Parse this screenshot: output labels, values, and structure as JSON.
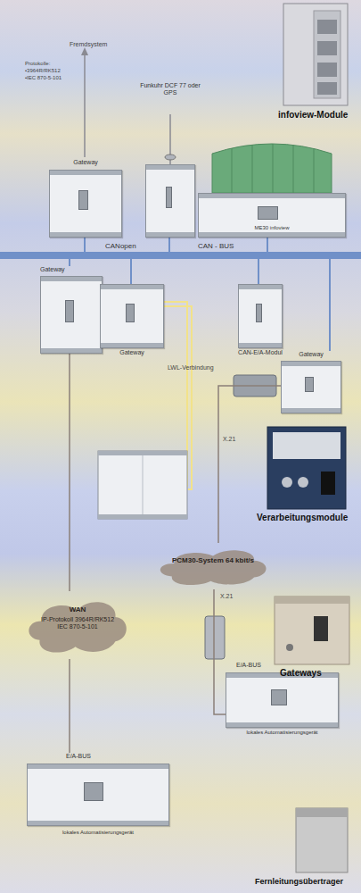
{
  "diagram": {
    "nodes": [
      {
        "text": [
          "Gateway"
        ]
      },
      {
        "text": [
          "Funkuhr DCF 77 oder GPS"
        ]
      },
      {
        "text": [
          "ME30 infoview"
        ]
      },
      {
        "text": [
          "CANopen",
          "CAN - BUS"
        ]
      },
      {
        "text": [
          "Gateway"
        ]
      },
      {
        "text": [
          "Gateway"
        ]
      },
      {
        "text": [
          "CAN-E/A-Modul"
        ]
      },
      {
        "text": [
          "Gateway"
        ]
      },
      {
        "text": [
          "PCM30-System 64 kbit/s"
        ]
      },
      {
        "text": [
          "WAN",
          "IP-Protokoll 3964R/RK512 IEC 870-5-101"
        ]
      },
      {
        "text": [
          "E/A-BUS",
          "lokales Automatisierungsgerät"
        ]
      },
      {
        "text": [
          "E/A-BUS",
          "lokales Automatisierungsgerät"
        ]
      }
    ],
    "edges": [
      {
        "from": 0,
        "to": 3,
        "arrow": "none"
      },
      {
        "from": 1,
        "to": 3,
        "arrow": "none"
      },
      {
        "from": 2,
        "to": 3,
        "arrow": "none"
      },
      {
        "from": 3,
        "to": 4,
        "arrow": "none"
      },
      {
        "from": 3,
        "to": 5,
        "arrow": "none"
      },
      {
        "from": 3,
        "to": 6,
        "arrow": "none"
      },
      {
        "from": 3,
        "to": 7,
        "arrow": "none"
      },
      {
        "from": 4,
        "to": 9,
        "arrow": "none"
      },
      {
        "from": 9,
        "to": 11,
        "arrow": "none"
      },
      {
        "from": 7,
        "to": 8,
        "label": "X.21",
        "arrow": "none"
      },
      {
        "from": 8,
        "to": 10,
        "label": "X.21",
        "arrow": "none"
      }
    ],
    "labels": [
      "Fremdsystem",
      "Protokolle:",
      "•3964R/RK512",
      "•IEC 870-5-101",
      "infoview-Module",
      "LWL-Verbindung",
      "Verarbeitungsmodule",
      "Gateways",
      "Fernleitungsübertrager"
    ]
  }
}
